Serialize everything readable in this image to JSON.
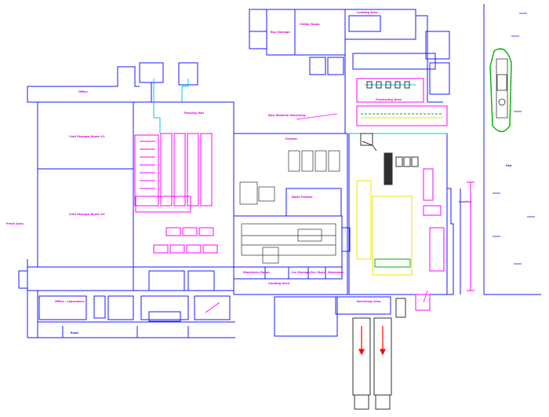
{
  "colors": {
    "wall": "#1a1aff",
    "magenta": "#ff00ff",
    "cyan": "#00c8e0",
    "yellow": "#f0e000",
    "green": "#00b000",
    "red": "#ff0000",
    "dark": "#303030"
  },
  "icons": {
    "ship": "ship-icon",
    "truck": "truck-icon",
    "arrow": "arrow-down-icon"
  },
  "labels": {
    "cold_store_a": "Cold Storage Room #1",
    "cold_store_b": "Cold Storage Room #2",
    "left_office": "Office / Laboratory",
    "left_small": "Fresh Area",
    "top_office": "Office",
    "loading_bay": "Loading Area",
    "top_center": "Chiller Room",
    "top_center2": "Box Storage",
    "packing_hall": "Packing Hall",
    "freezer": "Freezer",
    "raw_material": "Raw Material Receiving",
    "blast_freezer": "Blast Freezer",
    "processing": "Processing Area",
    "cooking": "Cooking Area",
    "bottom_a": "Machinery Room",
    "bottom_b": "Ice Storage",
    "bottom_c": "Dry Store",
    "bottom_d": "Workshop",
    "receiving": "Receiving Area",
    "right_lobby": "Loading",
    "sea": "Sea",
    "road": "Road"
  }
}
